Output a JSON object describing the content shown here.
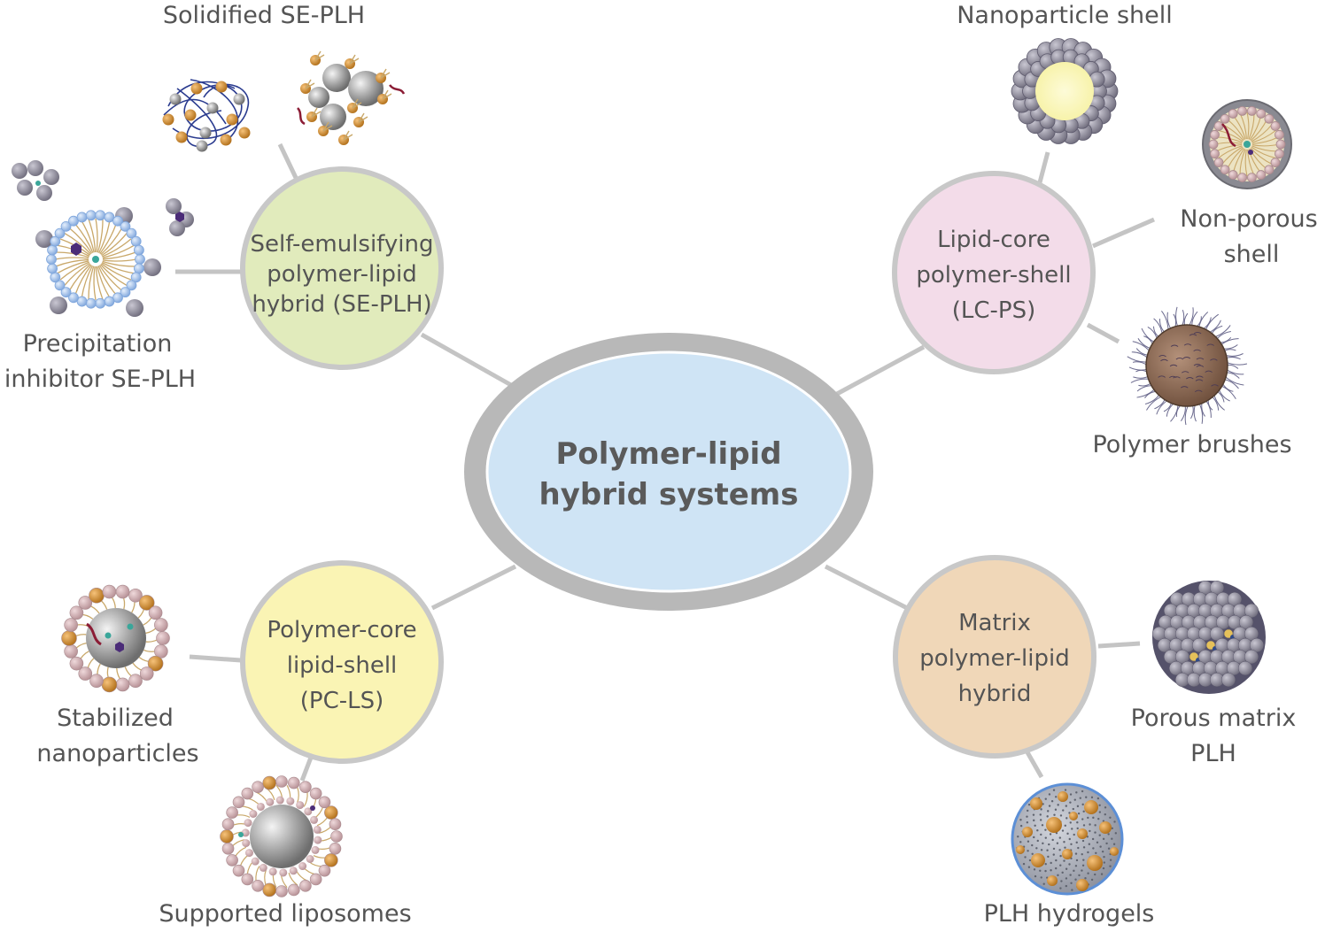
{
  "center": {
    "line1": "Polymer-lipid",
    "line2": "hybrid systems",
    "fill": "#cfe4f5",
    "ring": "#b8b8b8"
  },
  "nodes": {
    "se_plh": {
      "line1": "Self-emulsifying",
      "line2": "polymer-lipid",
      "line3": "hybrid (SE-PLH)",
      "fill": "#e1ebbc"
    },
    "lc_ps": {
      "line1": "Lipid-core",
      "line2": "polymer-shell",
      "line3": "(LC-PS)",
      "fill": "#f3dce9"
    },
    "pc_ls": {
      "line1": "Polymer-core",
      "line2": "lipid-shell",
      "line3": "(PC-LS)",
      "fill": "#faf4b4"
    },
    "matrix": {
      "line1": "Matrix",
      "line2": "polymer-lipid",
      "line3": "hybrid",
      "fill": "#f0d7b8"
    }
  },
  "labels": {
    "solidified": "Solidified SE-PLH",
    "precipitation_1": "Precipitation",
    "precipitation_2": "inhibitor SE-PLH",
    "nanoparticle_shell": "Nanoparticle shell",
    "non_porous_1": "Non-porous",
    "non_porous_2": "shell",
    "polymer_brushes": "Polymer brushes",
    "stabilized_1": "Stabilized",
    "stabilized_2": "nanoparticles",
    "supported_liposomes": "Supported liposomes",
    "porous_matrix_1": "Porous matrix",
    "porous_matrix_2": "PLH",
    "plh_hydrogels": "PLH hydrogels"
  },
  "icons": [
    "solidified-se-plh-icon",
    "precipitation-inhibitor-icon",
    "nanoparticle-shell-icon",
    "non-porous-shell-icon",
    "polymer-brushes-icon",
    "stabilized-nanoparticles-icon",
    "supported-liposomes-icon",
    "porous-matrix-icon",
    "plh-hydrogel-icon"
  ],
  "colors": {
    "connector": "#c4c4c4",
    "node_ring": "#c8c8c8",
    "label_text": "#545454",
    "lipid_head_orange": "#d8922e",
    "lipid_head_pink": "#d4b1b5",
    "polymer_grey": "#8a8896",
    "lipid_blue": "#a9c7ef",
    "tail_gold": "#c9a86a"
  }
}
